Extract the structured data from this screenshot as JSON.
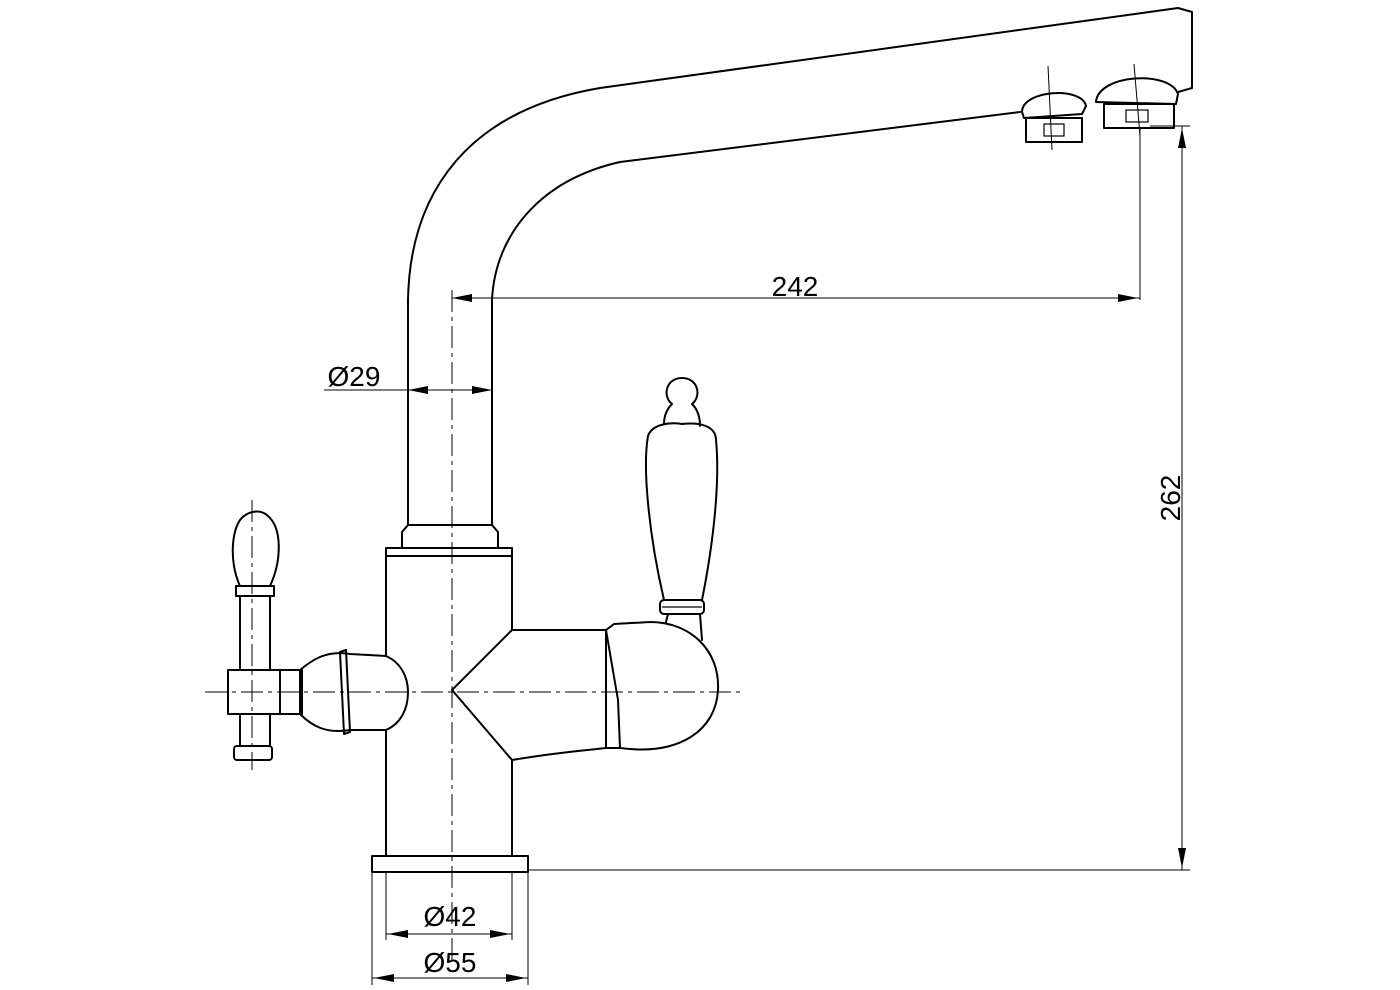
{
  "dimensions": {
    "spout_reach": "242",
    "height": "262",
    "spout_diameter": "Ø29",
    "body_diameter": "Ø42",
    "base_diameter": "Ø55"
  },
  "colors": {
    "line": "#000000",
    "background": "#ffffff"
  }
}
